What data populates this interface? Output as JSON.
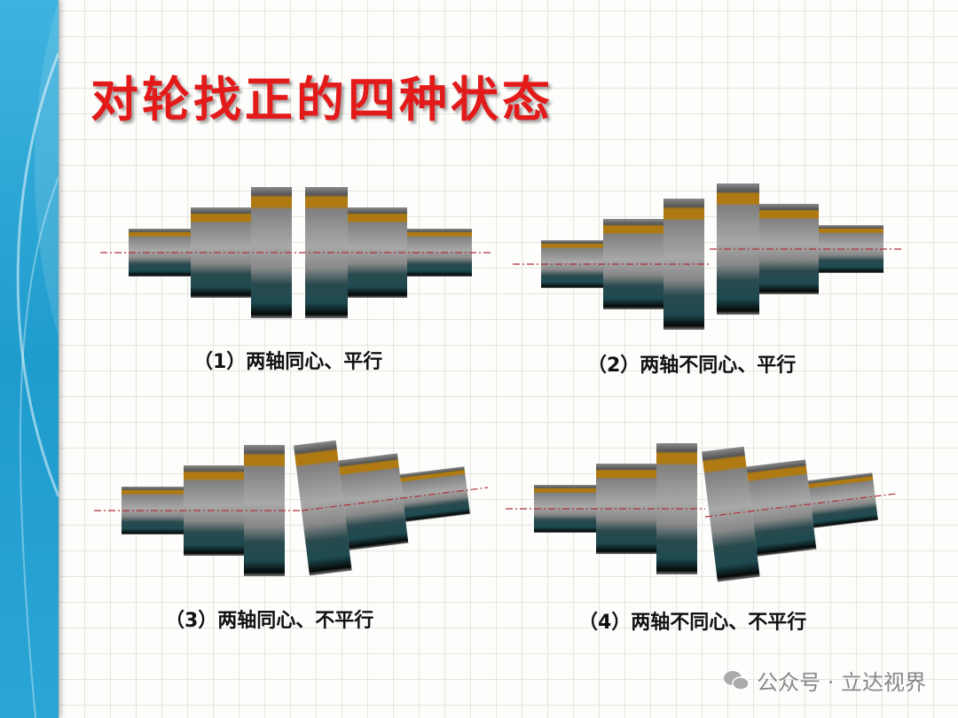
{
  "title": "对轮找正的四种状态",
  "diagrams": [
    {
      "caption": "（1）两轴同心、平行"
    },
    {
      "caption": "（2）两轴不同心、平行"
    },
    {
      "caption": "（3）两轴同心、不平行"
    },
    {
      "caption": "（4）两轴不同心、不平行"
    }
  ],
  "watermark": "公众号 · 立达视界",
  "colors": {
    "title": "#e31a1a",
    "sidebar": "#2aa6d6",
    "stripe": "#b07a12",
    "shaft_dark": "#1d4a50"
  }
}
